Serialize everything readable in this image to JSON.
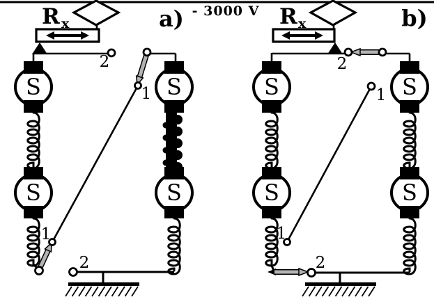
{
  "figure": {
    "voltage_label": "- 3000 V",
    "panel_a": {
      "label": "a)"
    },
    "panel_b": {
      "label": "b)"
    },
    "resistor": {
      "symbol": "R",
      "subscript": "x"
    },
    "sphere_label": "S",
    "switch_positions": {
      "one": "1",
      "two": "2"
    },
    "colors": {
      "arrow_gray": "#b3b3b3",
      "line_black": "#000000"
    }
  }
}
